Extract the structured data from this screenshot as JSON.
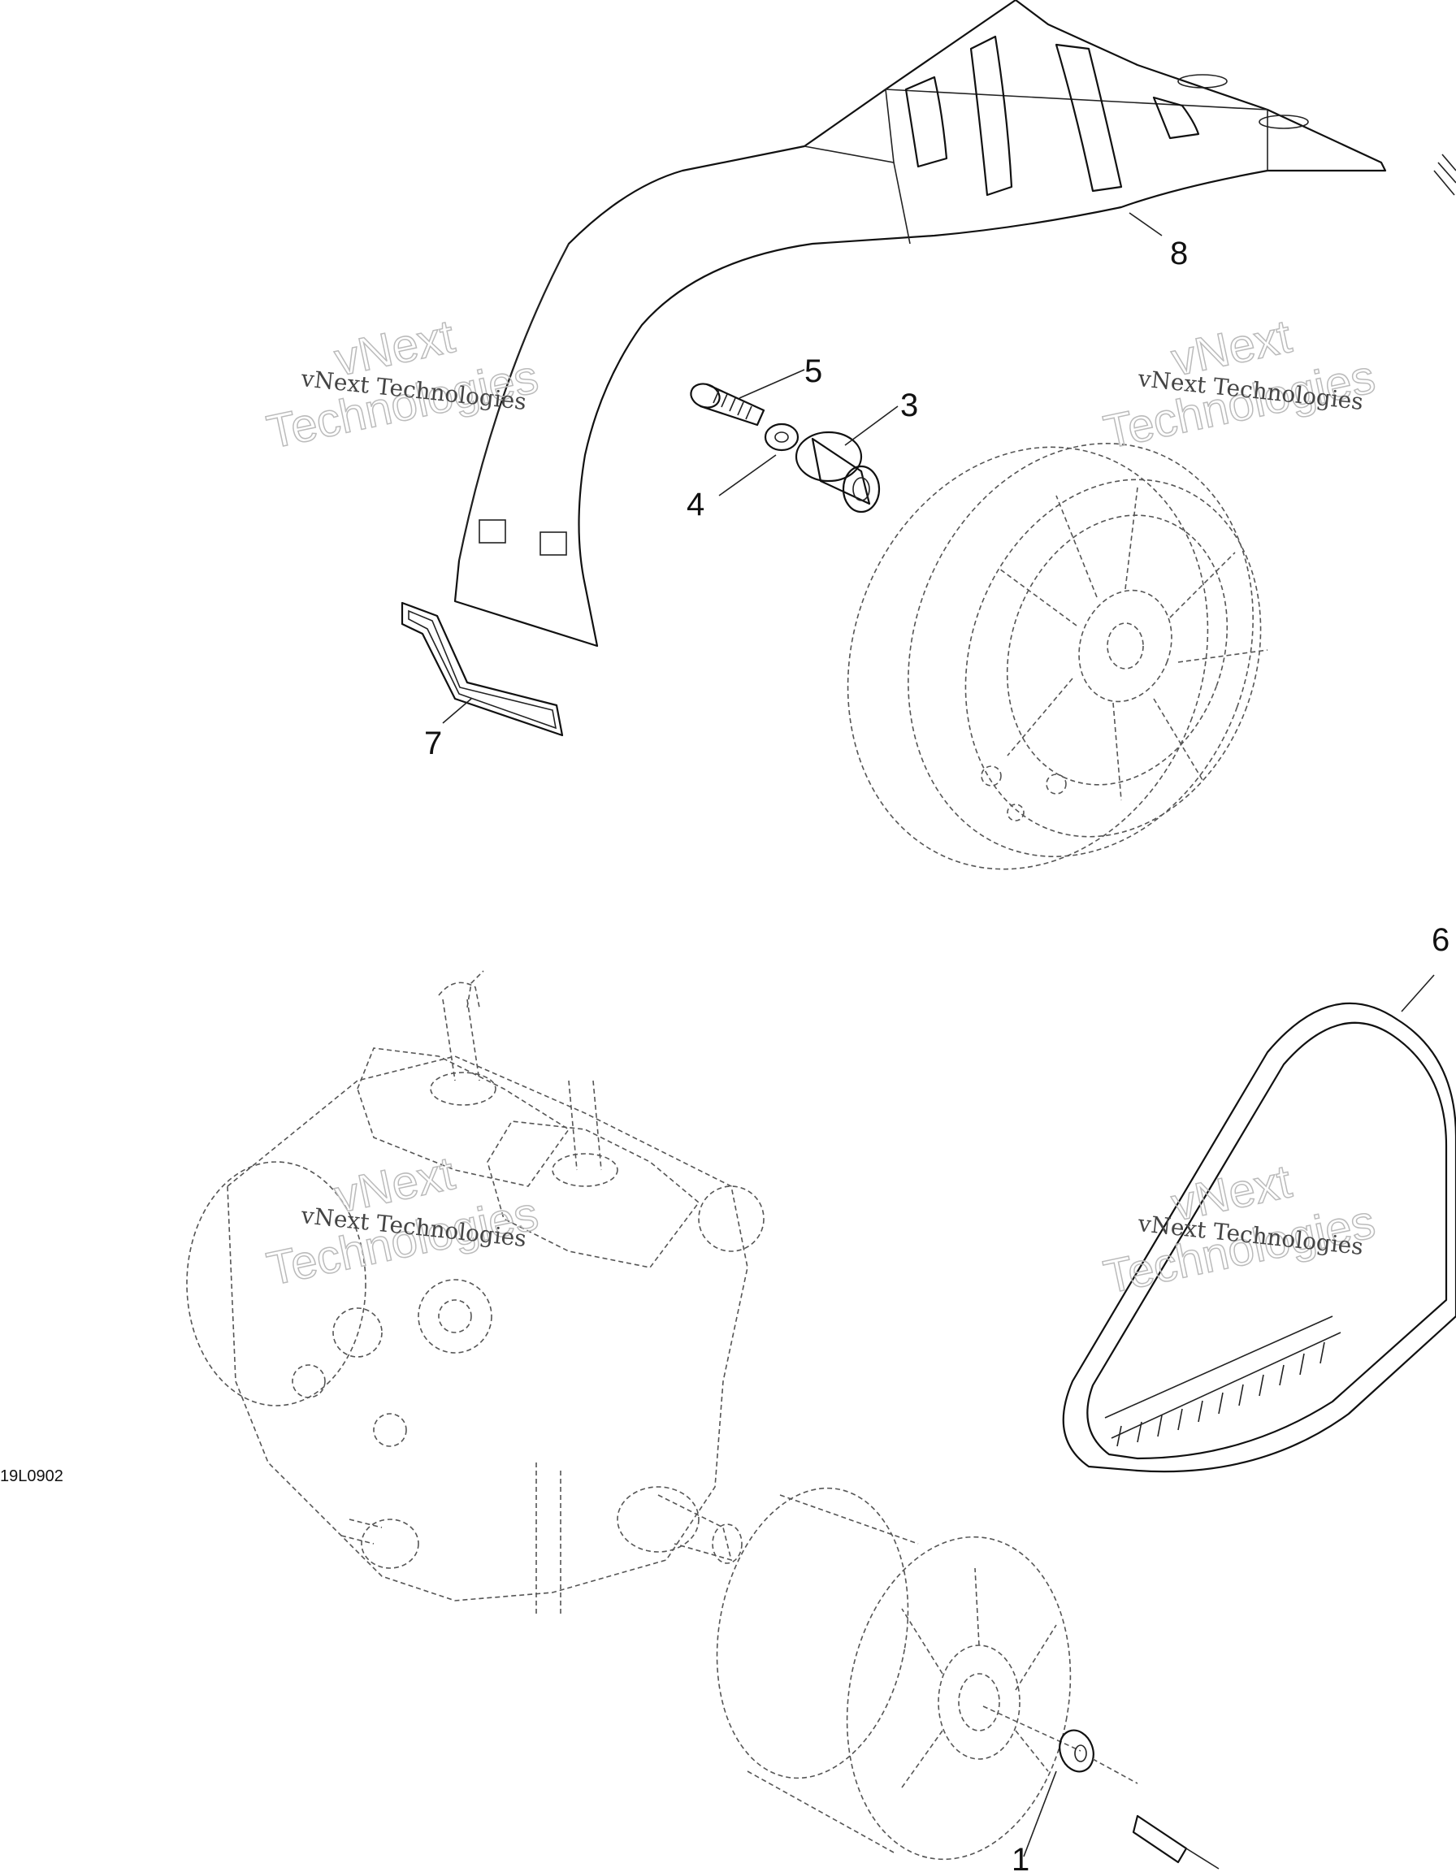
{
  "diagram": {
    "drawing_code": "19L0902",
    "callouts": {
      "c1": "1",
      "c3": "3",
      "c4": "4",
      "c5": "5",
      "c6": "6",
      "c7": "7",
      "c8": "8"
    },
    "watermark": {
      "line1": "vNext Technologies",
      "line2a": "vNext",
      "line2b": "Technologies"
    }
  }
}
